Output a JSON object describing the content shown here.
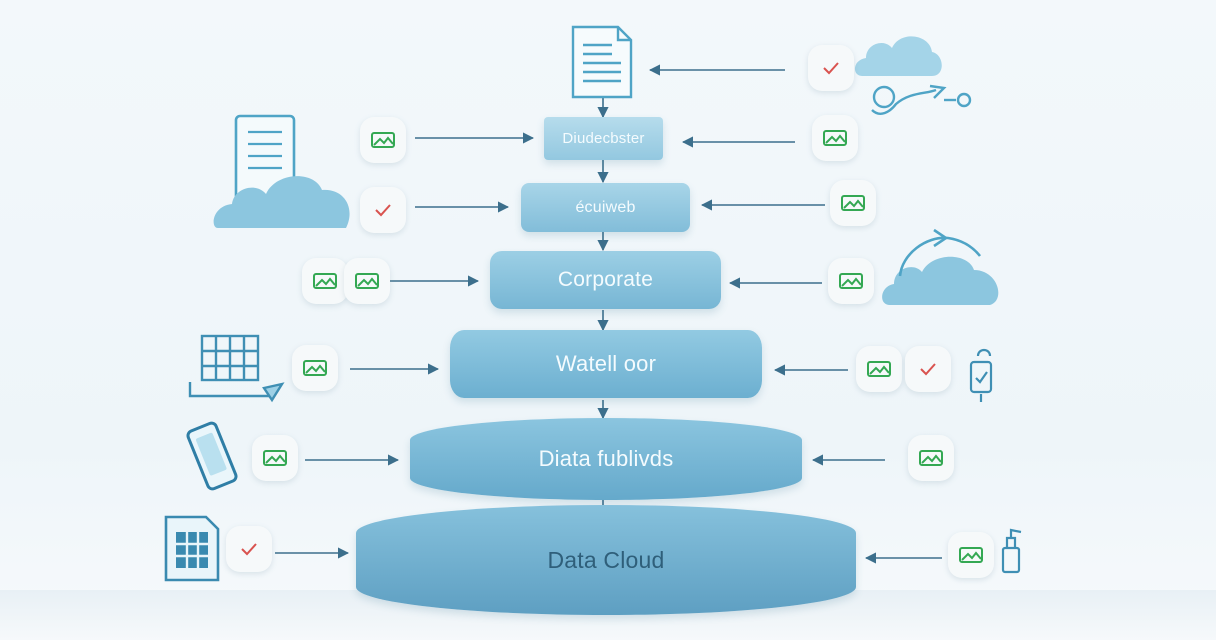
{
  "diagram": {
    "tiers": [
      {
        "label": "Diudecbster"
      },
      {
        "label": "écuiweb"
      },
      {
        "label": "Corporate"
      },
      {
        "label": "Watell oor"
      },
      {
        "label": "Diata fublivds"
      },
      {
        "label": "Data Cloud"
      }
    ]
  },
  "colors": {
    "tier_light": "#a7d3e7",
    "tier_mid": "#76b4d2",
    "tier_dark": "#5b9fc2",
    "arrow": "#3c6f8c",
    "icon_stroke": "#4fa4c6",
    "icon_fill": "#9dd0e6",
    "chip_green": "#34a853",
    "chip_check": "#d9534f"
  },
  "icons": {
    "top_center": "document-icon",
    "left": [
      "server-cloud-icon",
      "spreadsheet-grid-icon",
      "tablet-icon",
      "table-icon"
    ],
    "right": [
      "cloud-icon",
      "link-icon",
      "cloud-sync-icon",
      "mobile-icon",
      "bottle-icon"
    ],
    "chips": [
      "checkmark-icon",
      "image-icon"
    ]
  }
}
